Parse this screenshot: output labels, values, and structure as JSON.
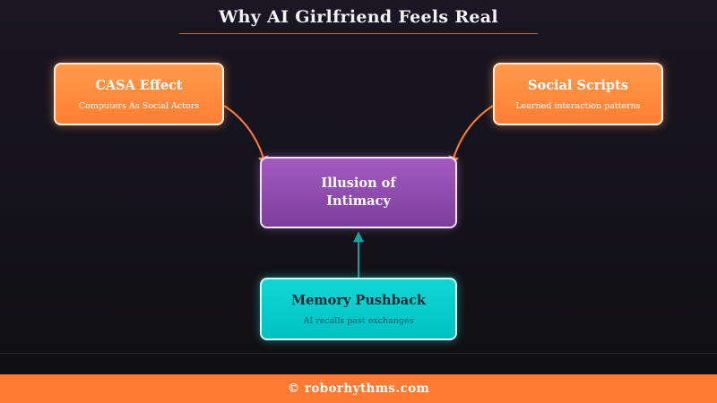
{
  "title": "Why AI Girlfriend Feels Real",
  "nodes": {
    "casa": {
      "title": "CASA Effect",
      "subtitle": "Computers As Social Actors"
    },
    "social": {
      "title": "Social Scripts",
      "subtitle": "Learned interaction patterns"
    },
    "illusion": {
      "title_line1": "Illusion of",
      "title_line2": "Intimacy"
    },
    "memory": {
      "title": "Memory Pushback",
      "subtitle": "AI recalls past exchanges"
    }
  },
  "edges": [
    {
      "from": "CASA Effect",
      "to": "Illusion of Intimacy"
    },
    {
      "from": "Social Scripts",
      "to": "Illusion of Intimacy"
    },
    {
      "from": "Memory Pushback",
      "to": "Illusion of Intimacy"
    }
  ],
  "colors": {
    "orange": "#ff8a3d",
    "purple": "#8e4aae",
    "teal": "#00c8c8",
    "arrow_orange": "#ff7f33",
    "arrow_teal": "#1aa0a0",
    "footer": "#ff7a33"
  },
  "footer": {
    "text": "© roborhythms.com"
  }
}
